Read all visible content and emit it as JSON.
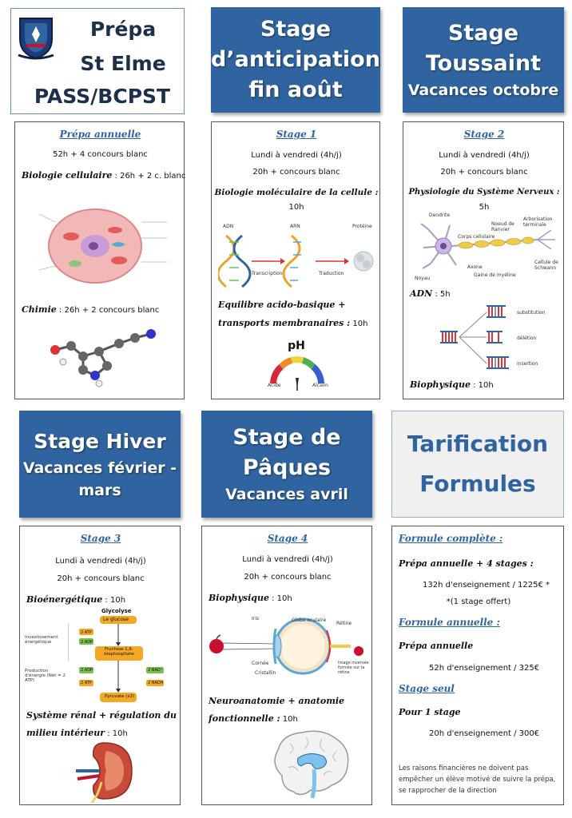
{
  "row1": {
    "logo": {
      "lines": [
        "Prépa",
        "St Elme",
        "PASS/BCPST"
      ]
    },
    "header_anticipation": {
      "lines": [
        "Stage",
        "d’anticipation",
        "fin août"
      ]
    },
    "header_toussaint": {
      "line1": "Stage",
      "line2": "Toussaint",
      "line3": "Vacances octobre"
    }
  },
  "card_prepa": {
    "title": "Prépa annuelle",
    "hours": "52h + 4 concours blanc",
    "bio_label": "Biologie cellulaire",
    "bio_hours": " : 26h + 2 c. blanc",
    "chem_label": "Chimie",
    "chem_hours": " : 26h + 2 concours blanc"
  },
  "card_stage1": {
    "title": "Stage 1",
    "schedule": "Lundi à vendredi (4h/j)",
    "hours": "20h + concours blanc",
    "topic1": "Biologie moléculaire de la cellule :",
    "topic1_hours": "10h",
    "adn": "ADN",
    "arn": "ARN",
    "proteine": "Protéine",
    "transcription": "Transcription",
    "traduction": "Traduction",
    "topic2_line1": "Equilibre acido-basique +",
    "topic2_line2": "transports membranaires :",
    "topic2_hours": "10h",
    "ph": "pH",
    "acide": "Acide",
    "alcalin": "Alcalin"
  },
  "card_stage2": {
    "title": "Stage 2",
    "schedule": "Lundi à vendredi (4h/j)",
    "hours": "20h + concours blanc",
    "topic1": "Physiologie du Système Nerveux :",
    "topic1_hours": "5h",
    "neuron_labels": [
      "Dendrite",
      "Noeud de Ranvier",
      "Arborisation terminale",
      "Corps cellulaire",
      "Axone",
      "Cellule de Schwann",
      "Noyau",
      "Gaine de myéline"
    ],
    "adn_label": "ADN",
    "adn_hours": " : 5h",
    "mutations": [
      "substitution",
      "délétion",
      "insertion"
    ],
    "biophys_label": "Biophysique",
    "biophys_hours": " : 10h"
  },
  "row3": {
    "header_hiver": {
      "line1": "Stage Hiver",
      "line2": "Vacances février -",
      "line3": "mars"
    },
    "header_paques": {
      "line1": "Stage de",
      "line2": "Pâques",
      "line3": "Vacances avril"
    },
    "tarif": {
      "line1": "Tarification",
      "line2": "Formules"
    }
  },
  "card_stage3": {
    "title": "Stage 3",
    "schedule": "Lundi à vendredi (4h/j)",
    "hours": "20h + concours blanc",
    "topic1_label": "Bioénergétique",
    "topic1_hours": " : 10h",
    "glycolyse": "Glycolyse",
    "le_glucose": "Le glucose",
    "fructose": "Fructose-1,6-biophosphate",
    "pyruvate": "Pyruvate (x2)",
    "invest": "Investissement énergétique",
    "production": "Production d'énergie (Net = 2 ATP)",
    "atp_2": "2 ATP",
    "adp_2": "2 ADP",
    "nad": "2 NAD⁺",
    "nadh": "2 NADH",
    "topic2_line1": "Système rénal + régulation du",
    "topic2_line2": "milieu intérieur",
    "topic2_hours": " : 10h"
  },
  "card_stage4": {
    "title": "Stage 4",
    "schedule": "Lundi à vendredi (4h/j)",
    "hours": "20h + concours blanc",
    "topic1_label": "Biophysique",
    "topic1_hours": " : 10h",
    "eye_labels": [
      "Iris",
      "Globe oculaire",
      "Rétine",
      "Cornée",
      "Cristallin",
      "Image inversée formée sur la rétine"
    ],
    "topic2_line1": "Neuroanatomie + anatomie",
    "topic2_line2": "fonctionnelle :",
    "topic2_hours": " 10h"
  },
  "card_tarif": {
    "complete_title": "Formule complète :",
    "complete_line": "Prépa annuelle + 4 stages :",
    "complete_price": "132h d'enseignement / 1225€ *",
    "complete_note": "*(1 stage offert)",
    "annual_title": "Formule annuelle :",
    "annual_line": "Prépa annuelle",
    "annual_price": "52h d'enseignement / 325€",
    "single_title": "Stage seul",
    "single_line": "Pour 1 stage",
    "single_price": "20h d'enseignement / 300€",
    "footer": "Les raisons financières ne doivent pas empêcher un élève motivé de suivre la prépa, se rapprocher de la direction"
  },
  "colors": {
    "header_blue": "#2f64a0",
    "tarif_bg": "#f0f0f0"
  }
}
